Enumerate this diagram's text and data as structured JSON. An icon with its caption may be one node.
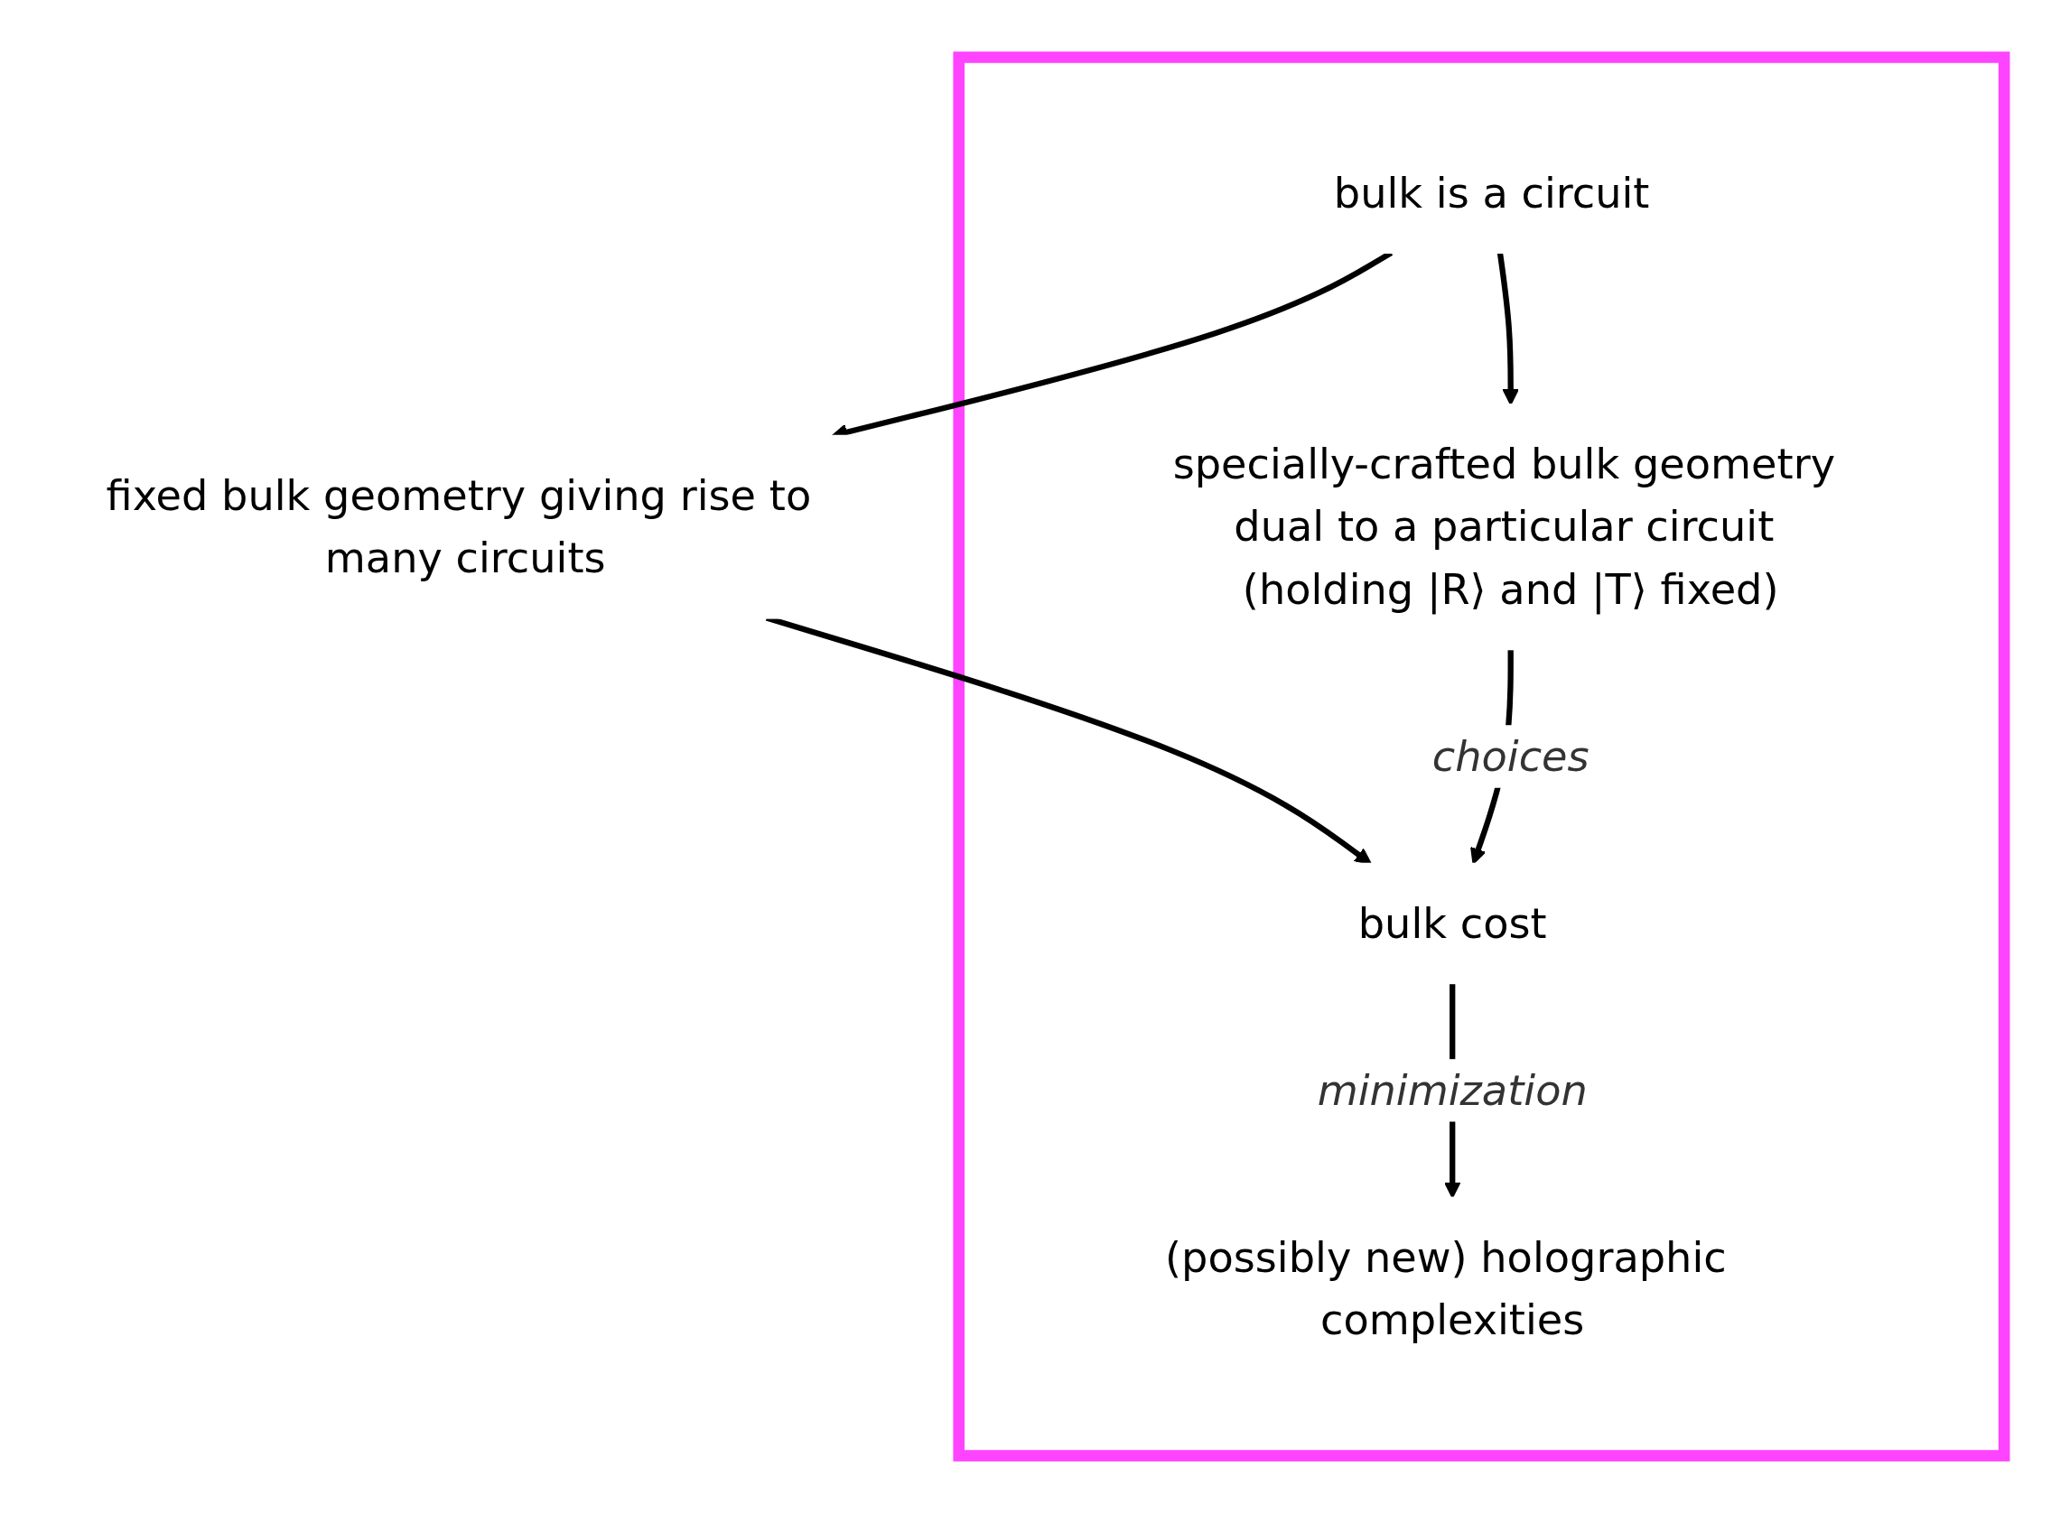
{
  "diagram": {
    "nodes": [
      {
        "text": [],
        "shape": "polygon"
      },
      {
        "text": [
          "bulk is a circuit"
        ],
        "in": 0
      },
      {
        "text": [
          "fixed bulk geometry giving rise to many circuits"
        ]
      },
      {
        "text": [
          "specially-crafted bulk geometry dual to a particular circuit (holding |R⟩ and |T⟩ fixed)"
        ],
        "in": 0
      },
      {
        "text": [
          "bulk cost"
        ],
        "in": 0
      },
      {
        "text": [
          "(possibly new) holographic complexities"
        ],
        "in": 0
      }
    ],
    "edges": [
      {
        "from": 1,
        "to": 2,
        "arrow": "to"
      },
      {
        "from": 1,
        "to": 3,
        "arrow": "to"
      },
      {
        "from": 2,
        "to": 4,
        "arrow": "to"
      },
      {
        "from": 3,
        "to": 4,
        "arrow": "to",
        "label": "choices"
      },
      {
        "from": 4,
        "to": 5,
        "arrow": "to",
        "label": "minimization"
      }
    ]
  }
}
